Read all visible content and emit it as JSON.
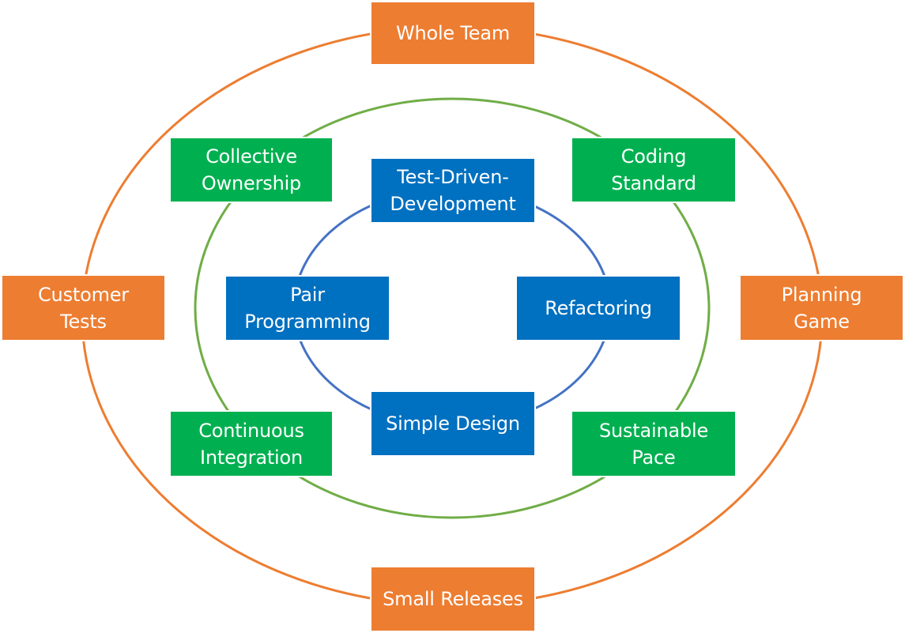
{
  "colors": {
    "outer": "#ED7D31",
    "middle": "#70AD47",
    "inner": "#4472C4",
    "outer_box": "#ED7D31",
    "middle_box": "#00B050",
    "inner_box": "#0070C0"
  },
  "outer_ring": {
    "whole_team": "Whole Team",
    "customer_tests": "Customer\nTests",
    "planning_game": "Planning\nGame",
    "small_releases": "Small Releases"
  },
  "middle_ring": {
    "collective_ownership": "Collective\nOwnership",
    "coding_standard": "Coding\nStandard",
    "continuous_integration": "Continuous\nIntegration",
    "sustainable_pace": "Sustainable\nPace"
  },
  "inner_ring": {
    "test_driven_development": "Test-Driven-\nDevelopment",
    "pair_programming": "Pair\nProgramming",
    "refactoring": "Refactoring",
    "simple_design": "Simple Design"
  }
}
